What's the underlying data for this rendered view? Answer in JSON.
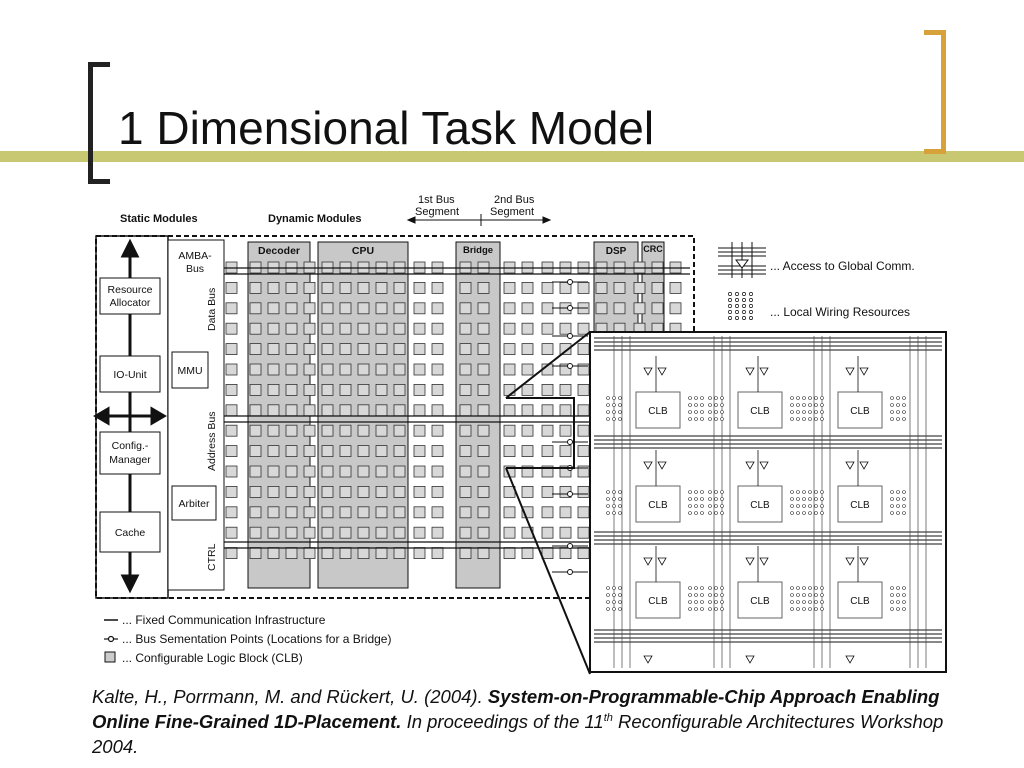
{
  "slide": {
    "title": "1 Dimensional Task Model",
    "accent_color": "#c8c873",
    "bracket_color": "#d7a23a",
    "bracket_dark": "#222222"
  },
  "diagram": {
    "headers": {
      "static_modules": "Static Modules",
      "dynamic_modules": "Dynamic Modules",
      "bus_segment_1": [
        "1st Bus",
        "Segment"
      ],
      "bus_segment_2": [
        "2nd Bus",
        "Segment"
      ]
    },
    "static_blocks": [
      "Resource Allocator",
      "IO-Unit",
      "Config.- Manager",
      "Cache"
    ],
    "amba": {
      "label": [
        "AMBA-",
        "Bus"
      ],
      "buses": [
        "Data Bus",
        "Address Bus",
        "CTRL"
      ],
      "units": [
        "MMU",
        "Arbiter"
      ]
    },
    "modules": [
      "Decoder",
      "CPU",
      "Bridge",
      "DSP",
      "CRC"
    ],
    "legend_right": [
      "... Access to Global Comm.",
      "... Local Wiring Resources"
    ],
    "legend_bottom": [
      "... Fixed Communication Infrastructure",
      "... Bus Sementation Points (Locations for a Bridge)",
      "... Configurable Logic Block (CLB)"
    ],
    "clb_label": "CLB"
  },
  "citation": {
    "authors": "Kalte, H., Porrmann, M. and Rückert, U. (2004).",
    "title": "System-on-Programmable-Chip Approach Enabling Online Fine-Grained 1D-Placement.",
    "venue_a": "In proceedings of the 11",
    "venue_sup": "th",
    "venue_b": "Reconfigurable Architectures Workshop 2004."
  }
}
